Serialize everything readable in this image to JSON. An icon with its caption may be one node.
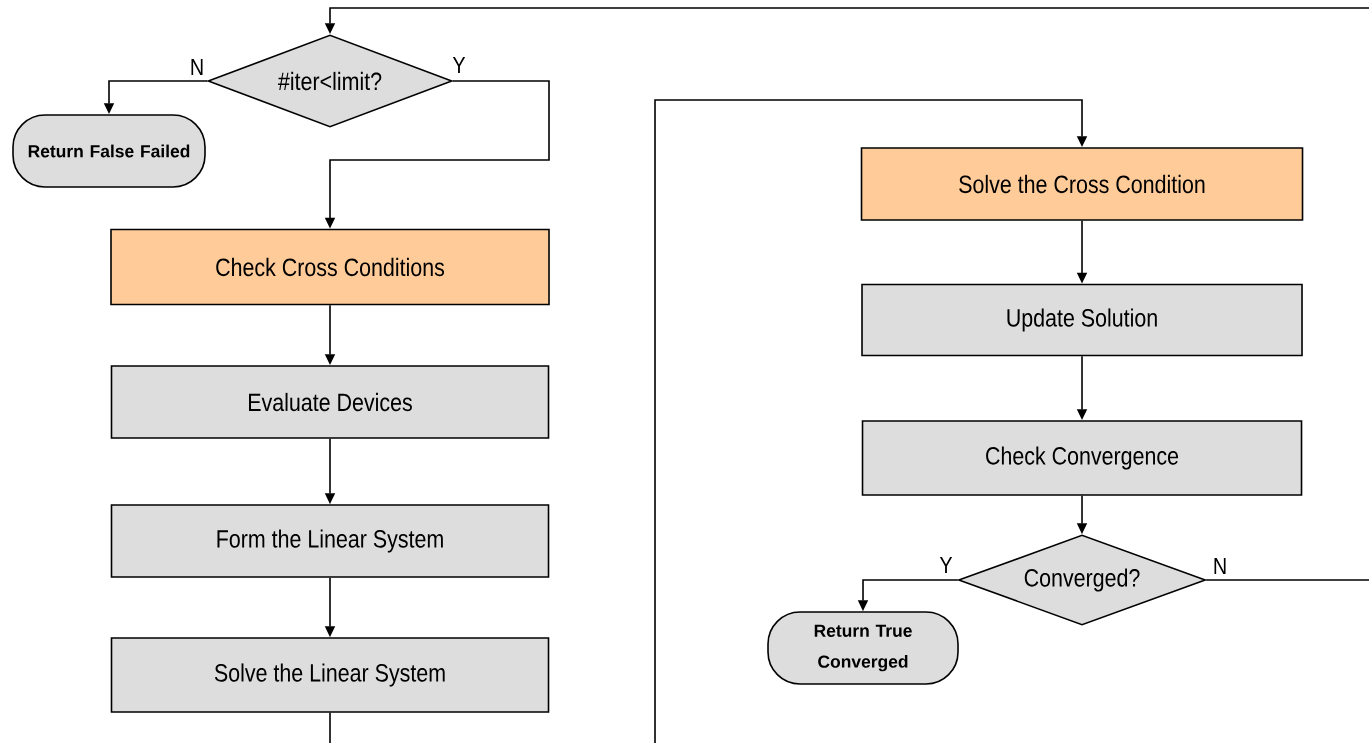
{
  "diagram": {
    "nodes": [
      {
        "text": [
          "#iter<limit?"
        ]
      },
      {
        "text": [
          "Return False Failed"
        ]
      },
      {
        "text": [
          "Check Cross Conditions"
        ]
      },
      {
        "text": [
          "Evaluate Devices"
        ]
      },
      {
        "text": [
          "Form the Linear System"
        ]
      },
      {
        "text": [
          "Solve the Linear System"
        ]
      },
      {
        "text": [
          "Solve the Cross Condition"
        ]
      },
      {
        "text": [
          "Update Solution"
        ]
      },
      {
        "text": [
          "Check Convergence"
        ]
      },
      {
        "text": [
          "Converged?"
        ]
      },
      {
        "text": [
          "Return True Converged"
        ]
      }
    ],
    "edges": [
      {
        "from": 0,
        "to": 1,
        "arrow": "to",
        "label": "N"
      },
      {
        "from": 0,
        "to": 2,
        "arrow": "to",
        "label": "Y"
      },
      {
        "from": 2,
        "to": 3,
        "arrow": "to"
      },
      {
        "from": 3,
        "to": 4,
        "arrow": "to"
      },
      {
        "from": 4,
        "to": 5,
        "arrow": "to"
      },
      {
        "from": 5,
        "to": null,
        "arrow": "none"
      },
      {
        "from": null,
        "to": 6,
        "arrow": "to"
      },
      {
        "from": 6,
        "to": 7,
        "arrow": "to"
      },
      {
        "from": 7,
        "to": 8,
        "arrow": "to"
      },
      {
        "from": 8,
        "to": 9,
        "arrow": "to"
      },
      {
        "from": 9,
        "to": 10,
        "arrow": "to",
        "label": "Y"
      },
      {
        "from": 9,
        "to": null,
        "arrow": "none",
        "label": "N"
      },
      {
        "from": null,
        "to": 0,
        "arrow": "to"
      }
    ]
  }
}
